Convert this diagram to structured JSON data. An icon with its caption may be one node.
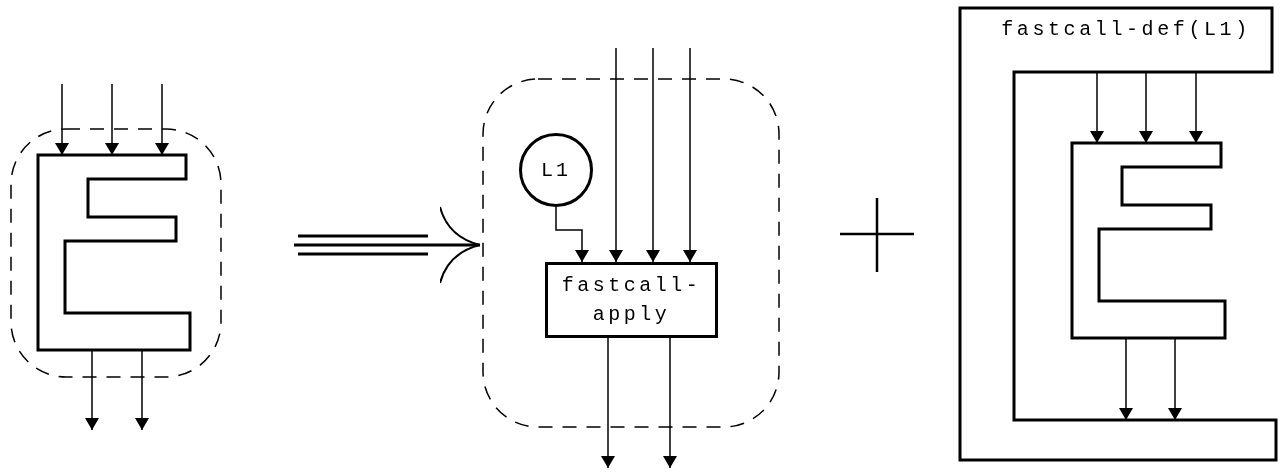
{
  "diagram": {
    "nodes": [
      {
        "text": [],
        "shape": "cloud"
      },
      {
        "text": [],
        "shape": "box",
        "in": 0
      },
      {
        "text": [],
        "shape": "cloud"
      },
      {
        "text": [
          "L1"
        ],
        "in": 2
      },
      {
        "text": [
          "fastcall-apply"
        ],
        "in": 2
      },
      {
        "text": [
          "fastcall-def(L1)"
        ]
      },
      {
        "text": [],
        "shape": "box",
        "in": 5
      }
    ],
    "edges": [
      {
        "from": null,
        "to": 1,
        "arrow": "to"
      },
      {
        "from": null,
        "to": 1,
        "arrow": "to"
      },
      {
        "from": null,
        "to": 1,
        "arrow": "to"
      },
      {
        "from": 1,
        "to": null,
        "arrow": "to"
      },
      {
        "from": 1,
        "to": null,
        "arrow": "to"
      },
      {
        "from": 0,
        "to": 2,
        "arrow": "to"
      },
      {
        "from": 3,
        "to": 4,
        "arrow": "to"
      },
      {
        "from": null,
        "to": 4,
        "arrow": "to"
      },
      {
        "from": null,
        "to": 4,
        "arrow": "to"
      },
      {
        "from": null,
        "to": 4,
        "arrow": "to"
      },
      {
        "from": 4,
        "to": null,
        "arrow": "to"
      },
      {
        "from": 4,
        "to": null,
        "arrow": "to"
      },
      {
        "from": 5,
        "to": 6,
        "arrow": "to"
      },
      {
        "from": 5,
        "to": 6,
        "arrow": "to"
      },
      {
        "from": 5,
        "to": 6,
        "arrow": "to"
      },
      {
        "from": 6,
        "to": 5,
        "arrow": "to"
      },
      {
        "from": 6,
        "to": 5,
        "arrow": "to"
      }
    ]
  }
}
